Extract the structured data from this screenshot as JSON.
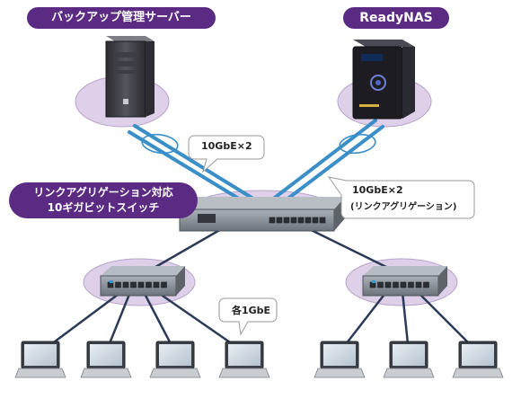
{
  "labels": {
    "backup_server": "バックアップ管理サーバー",
    "readynas": "ReadyNAS",
    "switch_title_line1": "リンクアグリゲーション対応",
    "switch_title_line2": "10ギガビットスイッチ",
    "link_backup": "10GbE×2",
    "link_nas_line1": "10GbE×2",
    "link_nas_line2": "(リンクアグリゲーション)",
    "link_clients": "各1GbE"
  },
  "colors": {
    "label_pill": "#5b2a82",
    "pedestal": "#ddd0e8",
    "pedestal_edge": "#b8a3cc",
    "uplink_blue": "#3a8fc8",
    "client_line": "#2b3a57",
    "switch_body": "#8b9198",
    "nas_body": "#1c1c22"
  },
  "icons": {
    "backup_server": "tower-server-icon",
    "readynas": "nas-storage-icon",
    "core_switch": "10g-switch-icon",
    "edge_switch": "gigabit-switch-icon",
    "client": "laptop-icon"
  },
  "topology": {
    "left_edge_clients": 4,
    "right_edge_clients": 3
  }
}
